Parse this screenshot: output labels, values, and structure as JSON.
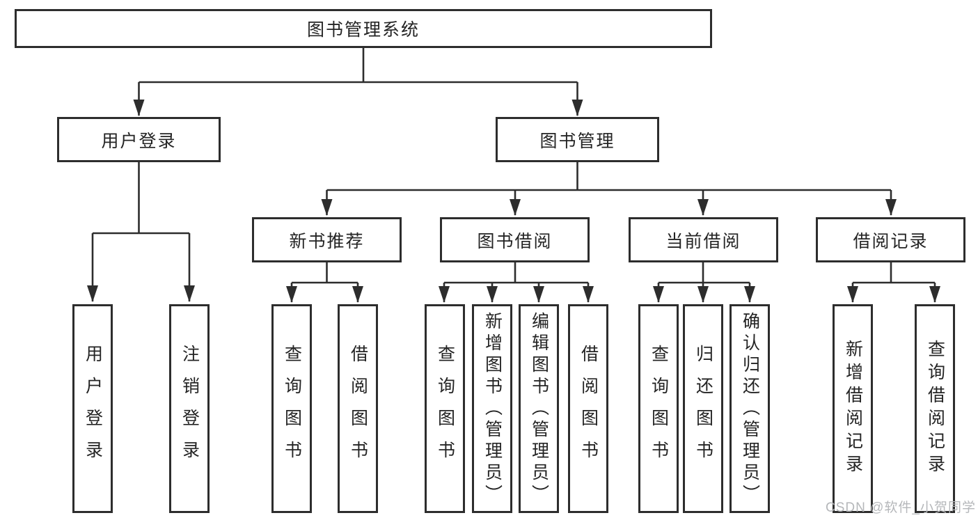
{
  "diagram": {
    "root": "图书管理系统",
    "level1": {
      "user_login": "用户登录",
      "book_mgmt": "图书管理"
    },
    "user_login_children": {
      "login": "用户登录",
      "logout": "注销登录"
    },
    "level2": {
      "new_books": "新书推荐",
      "book_borrow": "图书借阅",
      "current_borrow": "当前借阅",
      "borrow_records": "借阅记录"
    },
    "new_books_children": {
      "query_books": "查询图书",
      "borrow_books": "借阅图书"
    },
    "book_borrow_children": {
      "query_books": "查询图书",
      "add_books": "新增图书（管理员）",
      "edit_books": "编辑图书（管理员）",
      "borrow_books": "借阅图书"
    },
    "current_borrow_children": {
      "query_books": "查询图书",
      "return_books": "归还图书",
      "confirm_return": "确认归还（管理员）"
    },
    "borrow_records_children": {
      "add_record": "新增借阅记录",
      "query_record": "查询借阅记录"
    }
  },
  "watermark": {
    "text": "CSDN @软件_小贺同学"
  },
  "colors": {
    "line": "#2d2d2d",
    "text": "#242424",
    "background": "#ffffff",
    "watermark": "#b5b7ba"
  }
}
